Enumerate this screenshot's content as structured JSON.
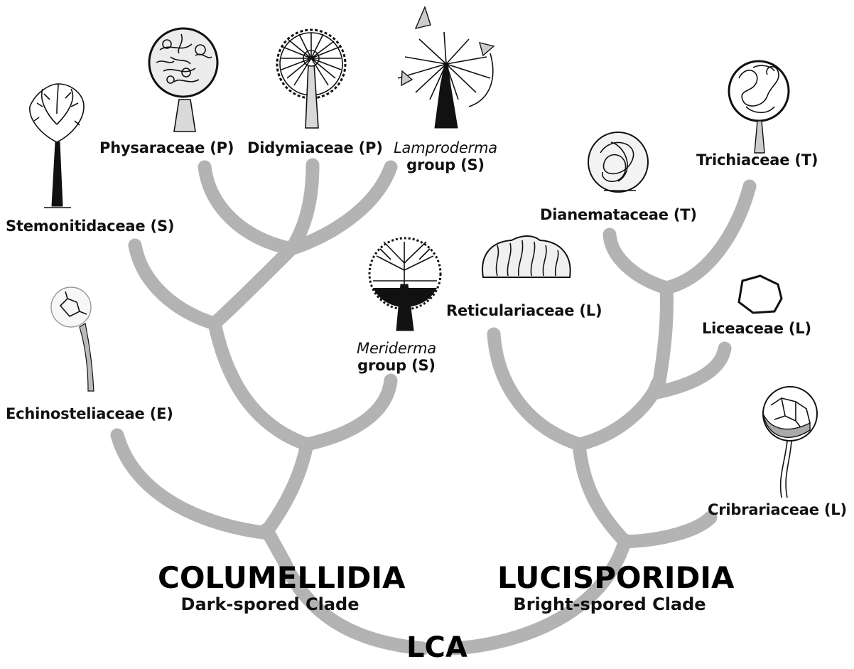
{
  "taxa": {
    "stemonitidaceae": {
      "name": "Stemonitidaceae",
      "code": "(S)"
    },
    "physaraceae": {
      "name": "Physaraceae",
      "code": "(P)"
    },
    "didymiaceae": {
      "name": "Didymiaceae",
      "code": "(P)"
    },
    "lamproderma": {
      "name": "Lamproderma",
      "line2": "group",
      "code": "(S)"
    },
    "echinosteliaceae": {
      "name": "Echinosteliaceae",
      "code": "(E)"
    },
    "meriderma": {
      "name": "Meriderma",
      "line2": "group",
      "code": "(S)"
    },
    "reticulariaceae": {
      "name": "Reticulariaceae",
      "code": "(L)"
    },
    "dianemataceae": {
      "name": "Dianemataceae",
      "code": "(T)"
    },
    "trichiaceae": {
      "name": "Trichiaceae",
      "code": "(T)"
    },
    "liceaceae": {
      "name": "Liceaceae",
      "code": "(L)"
    },
    "cribrariaceae": {
      "name": "Cribrariaceae",
      "code": "(L)"
    }
  },
  "clades": {
    "left": {
      "name": "COLUMELLIDIA",
      "subtitle": "Dark-spored Clade"
    },
    "right": {
      "name": "LUCISPORIDIA",
      "subtitle": "Bright-spored Clade"
    }
  },
  "root": {
    "label": "LCA"
  },
  "colors": {
    "branch": "#b3b3b3",
    "ink": "#111111",
    "background": "#ffffff"
  }
}
